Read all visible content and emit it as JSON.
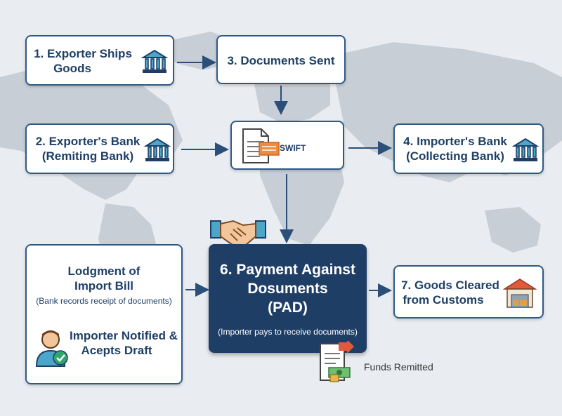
{
  "steps": {
    "s1": {
      "line1": "1. Exporter Ships",
      "line2": "Goods"
    },
    "s2": {
      "line1": "2. Exporter's Bank",
      "line2": "(Remiting Bank)"
    },
    "s3": {
      "label": "3. Documents Sent"
    },
    "swift": {
      "label": "SWIFT"
    },
    "s4": {
      "line1": "4. Importer's Bank",
      "line2": "(Collecting Bank)"
    },
    "lodgment": {
      "line1": "Lodgment of",
      "line2": "Import Bill",
      "note": "(Bank records receipt of documents)",
      "notified1": "Importer Notified &",
      "notified2": "Acepts Draft"
    },
    "s6": {
      "line1": "6. Payment Against",
      "line2": "Dosuments",
      "line3": "(PAD)",
      "note": "(Importer pays to receive documents)"
    },
    "s7": {
      "line1": "7. Goods Cleared",
      "line2": "from Customs"
    },
    "funds": {
      "label": "Funds Remitted"
    }
  },
  "icons": [
    "bank-icon",
    "document-icon",
    "handshake-icon",
    "person-check-icon",
    "warehouse-icon",
    "funds-document-icon"
  ],
  "colors": {
    "primary": "#1f3e66",
    "accent": "#4aa7c9",
    "border": "#2f5a86"
  }
}
